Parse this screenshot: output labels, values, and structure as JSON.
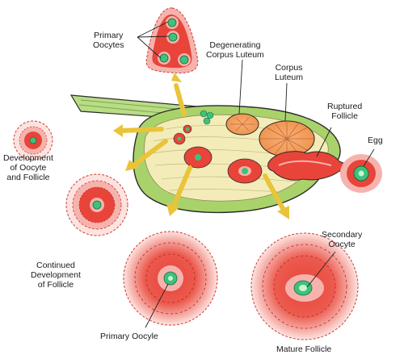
{
  "labels": {
    "primary_oocytes": [
      "Primary",
      "Oocytes"
    ],
    "degenerating_corpus_luteum": [
      "Degenerating",
      "Corpus Luteum"
    ],
    "corpus_luteum": [
      "Corpus",
      "Luteum"
    ],
    "ruptured_follicle": [
      "Ruptured",
      "Follicle"
    ],
    "egg": "Egg",
    "development_oocyte_follicle": [
      "Development",
      "of Oocyte",
      "and Follicle"
    ],
    "continued_development": [
      "Continued",
      "Development",
      "of Follicle"
    ],
    "secondary_oocyte": [
      "Secondary",
      "Oocyte"
    ],
    "primary_oocyte": "Primary Oocyle",
    "mature_follicle": "Mature Follicle"
  },
  "colors": {
    "follicle_red": "#e8443a",
    "follicle_pink": "#f6b3ad",
    "oocyte_green": "#3ec27a",
    "ovary_green": "#a9d36a",
    "stroma_cream": "#f4ecb8",
    "corpus_luteum_orange": "#f0a060",
    "arrow_yellow": "#e9c43a"
  }
}
